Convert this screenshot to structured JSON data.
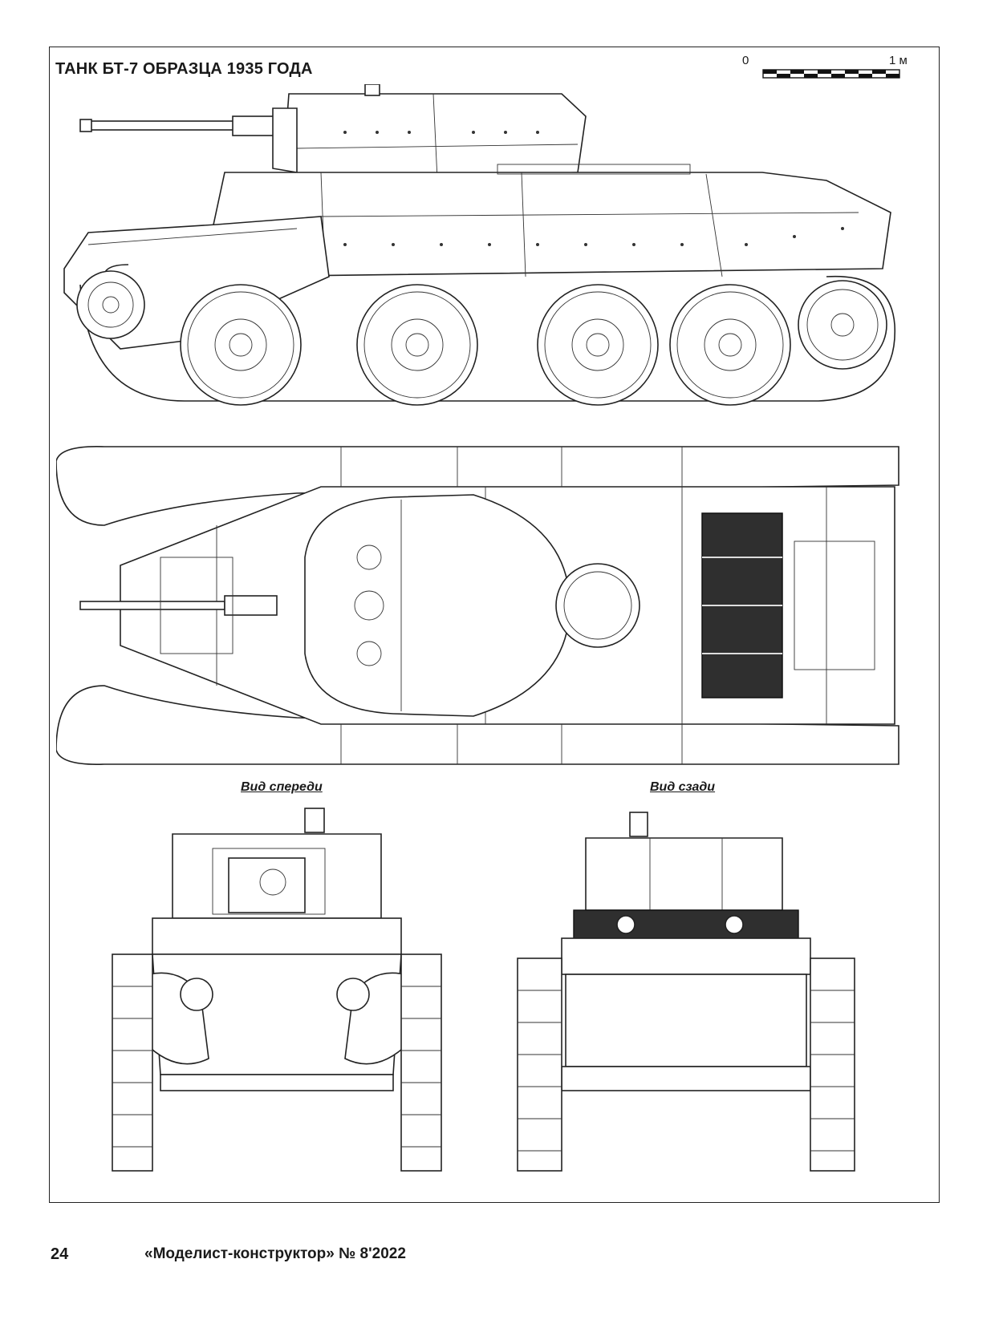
{
  "title": "ТАНК БТ-7 ОБРАЗЦА 1935 ГОДА",
  "scale": {
    "start": "0",
    "end": "1 м"
  },
  "views": {
    "front": "Вид спереди",
    "rear": "Вид сзади"
  },
  "footer": {
    "page_number": "24",
    "magazine": "«Моделист-конструктор» № 8'2022"
  }
}
